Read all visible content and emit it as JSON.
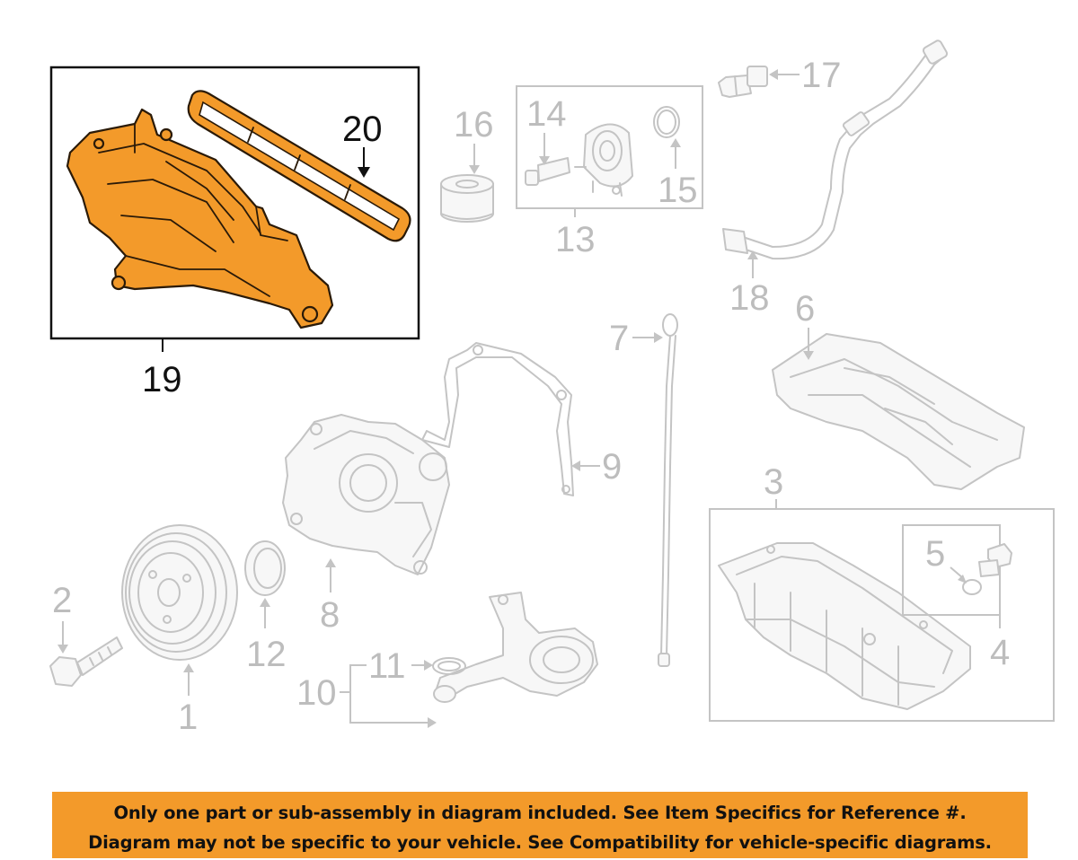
{
  "callouts": {
    "c1": "1",
    "c2": "2",
    "c3": "3",
    "c4": "4",
    "c5": "5",
    "c6": "6",
    "c7": "7",
    "c8": "8",
    "c9": "9",
    "c10": "10",
    "c11": "11",
    "c12": "12",
    "c13": "13",
    "c14": "14",
    "c15": "15",
    "c16": "16",
    "c17": "17",
    "c18": "18",
    "c19": "19",
    "c20": "20"
  },
  "highlight": {
    "color": "#f39a2a",
    "parts": [
      "19",
      "20"
    ]
  },
  "notice": {
    "line1": "Only one part or sub-assembly in diagram included. See Item Specifics for Reference #.",
    "line2": "Diagram may not be specific to your vehicle. See Compatibility for vehicle-specific diagrams.",
    "background": "#f39a2a"
  }
}
